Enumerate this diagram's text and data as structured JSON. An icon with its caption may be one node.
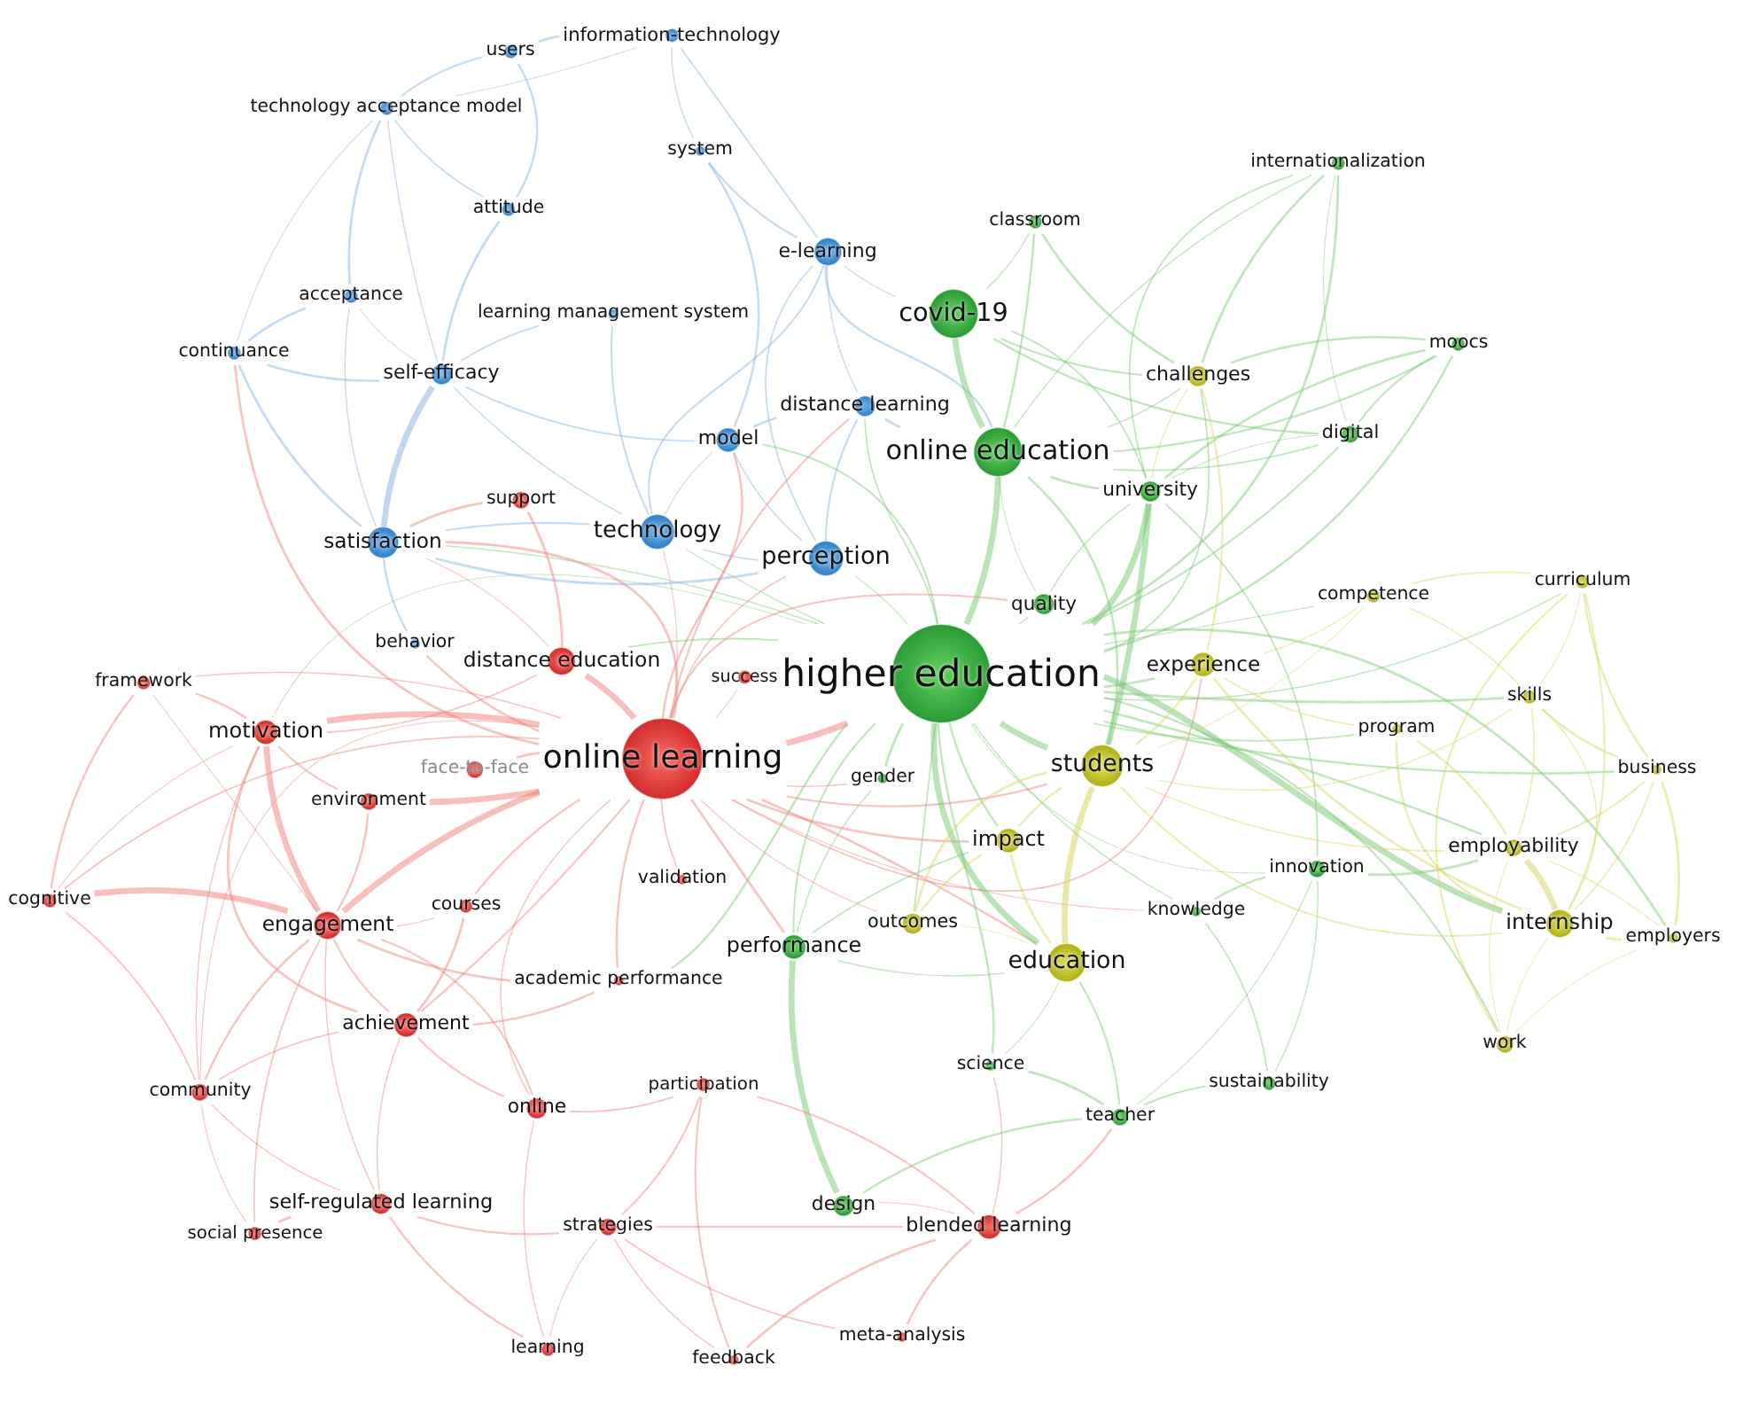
{
  "diagram": {
    "nodes": [
      {
        "text": [
          "information-technology"
        ]
      },
      {
        "text": [
          "users"
        ]
      },
      {
        "text": [
          "technology acceptance model"
        ]
      },
      {
        "text": [
          "system"
        ]
      },
      {
        "text": [
          "internationalization"
        ]
      },
      {
        "text": [
          "attitude"
        ]
      },
      {
        "text": [
          "classroom"
        ]
      },
      {
        "text": [
          "e-learning"
        ]
      },
      {
        "text": [
          "acceptance"
        ]
      },
      {
        "text": [
          "learning management system"
        ]
      },
      {
        "text": [
          "covid-19"
        ]
      },
      {
        "text": [
          "moocs"
        ]
      },
      {
        "text": [
          "continuance"
        ]
      },
      {
        "text": [
          "self-efficacy"
        ]
      },
      {
        "text": [
          "challenges"
        ]
      },
      {
        "text": [
          "distance learning"
        ]
      },
      {
        "text": [
          "digital"
        ]
      },
      {
        "text": [
          "model"
        ]
      },
      {
        "text": [
          "online education"
        ]
      },
      {
        "text": [
          "university"
        ]
      },
      {
        "text": [
          "support"
        ]
      },
      {
        "text": [
          "technology"
        ]
      },
      {
        "text": [
          "satisfaction"
        ]
      },
      {
        "text": [
          "perception"
        ]
      },
      {
        "text": [
          "curriculum"
        ]
      },
      {
        "text": [
          "competence"
        ]
      },
      {
        "text": [
          "quality"
        ]
      },
      {
        "text": [
          "behavior"
        ]
      },
      {
        "text": [
          "distance education"
        ]
      },
      {
        "text": [
          "experience"
        ]
      },
      {
        "text": [
          "higher education"
        ]
      },
      {
        "text": [
          "success"
        ]
      },
      {
        "text": [
          "framework"
        ]
      },
      {
        "text": [
          "skills"
        ]
      },
      {
        "text": [
          "program"
        ]
      },
      {
        "text": [
          "motivation"
        ]
      },
      {
        "text": [
          "online learning"
        ]
      },
      {
        "text": [
          "face-to-face"
        ]
      },
      {
        "text": [
          "students"
        ]
      },
      {
        "text": [
          "business"
        ]
      },
      {
        "text": [
          "gender"
        ]
      },
      {
        "text": [
          "environment"
        ]
      },
      {
        "text": [
          "impact"
        ]
      },
      {
        "text": [
          "employability"
        ]
      },
      {
        "text": [
          "innovation"
        ]
      },
      {
        "text": [
          "validation"
        ]
      },
      {
        "text": [
          "cognitive"
        ]
      },
      {
        "text": [
          "courses"
        ]
      },
      {
        "text": [
          "knowledge"
        ]
      },
      {
        "text": [
          "outcomes"
        ]
      },
      {
        "text": [
          "internship"
        ]
      },
      {
        "text": [
          "engagement"
        ]
      },
      {
        "text": [
          "employers"
        ]
      },
      {
        "text": [
          "performance"
        ]
      },
      {
        "text": [
          "education"
        ]
      },
      {
        "text": [
          "academic performance"
        ]
      },
      {
        "text": [
          "achievement"
        ]
      },
      {
        "text": [
          "work"
        ]
      },
      {
        "text": [
          "science"
        ]
      },
      {
        "text": [
          "sustainability"
        ]
      },
      {
        "text": [
          "participation"
        ]
      },
      {
        "text": [
          "community"
        ]
      },
      {
        "text": [
          "online"
        ]
      },
      {
        "text": [
          "teacher"
        ]
      },
      {
        "text": [
          "self-regulated learning"
        ]
      },
      {
        "text": [
          "design"
        ]
      },
      {
        "text": [
          "strategies"
        ]
      },
      {
        "text": [
          "blended learning"
        ]
      },
      {
        "text": [
          "social presence"
        ]
      },
      {
        "text": [
          "meta-analysis"
        ]
      },
      {
        "text": [
          "learning"
        ]
      },
      {
        "text": [
          "feedback"
        ]
      }
    ],
    "edges": [
      {
        "from": 36,
        "to": 30,
        "arrow": "none",
        "style": "thick"
      },
      {
        "from": 36,
        "to": 51,
        "arrow": "none",
        "style": "thick"
      },
      {
        "from": 36,
        "to": 35,
        "arrow": "none",
        "style": "thick"
      },
      {
        "from": 36,
        "to": 56,
        "arrow": "none"
      },
      {
        "from": 36,
        "to": 55,
        "arrow": "none"
      },
      {
        "from": 36,
        "to": 22,
        "arrow": "none"
      },
      {
        "from": 36,
        "to": 21,
        "arrow": "none"
      },
      {
        "from": 36,
        "to": 23,
        "arrow": "none"
      },
      {
        "from": 36,
        "to": 28,
        "arrow": "none",
        "style": "thick"
      },
      {
        "from": 36,
        "to": 38,
        "arrow": "none"
      },
      {
        "from": 36,
        "to": 54,
        "arrow": "none"
      },
      {
        "from": 36,
        "to": 53,
        "arrow": "none"
      },
      {
        "from": 36,
        "to": 61,
        "arrow": "none"
      },
      {
        "from": 36,
        "to": 62,
        "arrow": "none"
      },
      {
        "from": 36,
        "to": 45,
        "arrow": "none"
      },
      {
        "from": 36,
        "to": 47,
        "arrow": "none"
      },
      {
        "from": 36,
        "to": 41,
        "arrow": "none",
        "style": "thick"
      },
      {
        "from": 36,
        "to": 37,
        "arrow": "none"
      },
      {
        "from": 36,
        "to": 31,
        "arrow": "none"
      },
      {
        "from": 36,
        "to": 32,
        "arrow": "none"
      },
      {
        "from": 36,
        "to": 46,
        "arrow": "none"
      },
      {
        "from": 36,
        "to": 15,
        "arrow": "none"
      },
      {
        "from": 36,
        "to": 17,
        "arrow": "none"
      },
      {
        "from": 36,
        "to": 42,
        "arrow": "none"
      },
      {
        "from": 36,
        "to": 49,
        "arrow": "none"
      },
      {
        "from": 36,
        "to": 40,
        "arrow": "none"
      },
      {
        "from": 36,
        "to": 29,
        "arrow": "none"
      },
      {
        "from": 36,
        "to": 26,
        "arrow": "none"
      },
      {
        "from": 36,
        "to": 27,
        "arrow": "none"
      },
      {
        "from": 36,
        "to": 12,
        "arrow": "none"
      },
      {
        "from": 36,
        "to": 48,
        "arrow": "none"
      },
      {
        "from": 30,
        "to": 18,
        "arrow": "none",
        "style": "thick",
        "color": "#76c86f"
      },
      {
        "from": 30,
        "to": 38,
        "arrow": "none",
        "style": "thick",
        "color": "#76c86f"
      },
      {
        "from": 30,
        "to": 54,
        "arrow": "none",
        "style": "thick",
        "color": "#76c86f"
      },
      {
        "from": 30,
        "to": 42,
        "arrow": "none",
        "color": "#76c86f"
      },
      {
        "from": 30,
        "to": 29,
        "arrow": "none",
        "color": "#76c86f"
      },
      {
        "from": 30,
        "to": 19,
        "arrow": "none",
        "style": "thick",
        "color": "#76c86f"
      },
      {
        "from": 30,
        "to": 26,
        "arrow": "none",
        "color": "#76c86f"
      },
      {
        "from": 30,
        "to": 14,
        "arrow": "none",
        "color": "#76c86f"
      },
      {
        "from": 30,
        "to": 16,
        "arrow": "none",
        "color": "#76c86f"
      },
      {
        "from": 30,
        "to": 11,
        "arrow": "none",
        "color": "#76c86f"
      },
      {
        "from": 30,
        "to": 4,
        "arrow": "none",
        "color": "#76c86f"
      },
      {
        "from": 30,
        "to": 23,
        "arrow": "none",
        "color": "#76c86f"
      },
      {
        "from": 30,
        "to": 21,
        "arrow": "none",
        "color": "#76c86f"
      },
      {
        "from": 30,
        "to": 15,
        "arrow": "none",
        "color": "#76c86f"
      },
      {
        "from": 30,
        "to": 50,
        "arrow": "none",
        "style": "thick",
        "color": "#76c86f"
      },
      {
        "from": 30,
        "to": 43,
        "arrow": "none",
        "color": "#76c86f"
      },
      {
        "from": 30,
        "to": 33,
        "arrow": "none",
        "color": "#76c86f"
      },
      {
        "from": 30,
        "to": 25,
        "arrow": "none",
        "color": "#76c86f"
      },
      {
        "from": 30,
        "to": 24,
        "arrow": "none",
        "color": "#76c86f"
      },
      {
        "from": 30,
        "to": 34,
        "arrow": "none",
        "color": "#76c86f"
      },
      {
        "from": 30,
        "to": 57,
        "arrow": "none",
        "color": "#76c86f"
      },
      {
        "from": 30,
        "to": 39,
        "arrow": "none",
        "color": "#76c86f"
      },
      {
        "from": 30,
        "to": 52,
        "arrow": "none",
        "color": "#76c86f"
      },
      {
        "from": 30,
        "to": 44,
        "arrow": "none",
        "color": "#76c86f"
      },
      {
        "from": 30,
        "to": 48,
        "arrow": "none",
        "color": "#76c86f"
      },
      {
        "from": 30,
        "to": 49,
        "arrow": "none",
        "color": "#76c86f"
      },
      {
        "from": 30,
        "to": 53,
        "arrow": "none",
        "color": "#76c86f"
      },
      {
        "from": 30,
        "to": 58,
        "arrow": "none",
        "color": "#76c86f"
      },
      {
        "from": 30,
        "to": 40,
        "arrow": "none",
        "color": "#76c86f"
      },
      {
        "from": 30,
        "to": 35,
        "arrow": "none",
        "color": "#76c86f"
      },
      {
        "from": 30,
        "to": 22,
        "arrow": "none",
        "color": "#76c86f"
      },
      {
        "from": 30,
        "to": 28,
        "arrow": "none",
        "color": "#76c86f"
      },
      {
        "from": 30,
        "to": 17,
        "arrow": "none",
        "color": "#76c86f"
      },
      {
        "from": 30,
        "to": 55,
        "arrow": "none",
        "color": "#76c86f"
      },
      {
        "from": 0,
        "to": 1,
        "arrow": "none",
        "color": "#7fb0e0"
      },
      {
        "from": 0,
        "to": 2,
        "arrow": "none",
        "color": "#7fb0e0"
      },
      {
        "from": 0,
        "to": 3,
        "arrow": "none",
        "color": "#7fb0e0"
      },
      {
        "from": 0,
        "to": 7,
        "arrow": "none",
        "color": "#7fb0e0"
      },
      {
        "from": 1,
        "to": 2,
        "arrow": "none",
        "color": "#7fb0e0"
      },
      {
        "from": 1,
        "to": 5,
        "arrow": "none",
        "color": "#7fb0e0"
      },
      {
        "from": 2,
        "to": 8,
        "arrow": "none",
        "color": "#7fb0e0"
      },
      {
        "from": 2,
        "to": 12,
        "arrow": "none",
        "color": "#7fb0e0"
      },
      {
        "from": 2,
        "to": 13,
        "arrow": "none",
        "color": "#7fb0e0"
      },
      {
        "from": 2,
        "to": 5,
        "arrow": "none",
        "color": "#7fb0e0"
      },
      {
        "from": 3,
        "to": 7,
        "arrow": "none",
        "color": "#7fb0e0"
      },
      {
        "from": 3,
        "to": 17,
        "arrow": "none",
        "color": "#7fb0e0"
      },
      {
        "from": 5,
        "to": 13,
        "arrow": "none",
        "color": "#7fb0e0"
      },
      {
        "from": 7,
        "to": 10,
        "arrow": "none",
        "color": "#7fb0e0"
      },
      {
        "from": 7,
        "to": 15,
        "arrow": "none",
        "color": "#7fb0e0"
      },
      {
        "from": 7,
        "to": 23,
        "arrow": "none",
        "color": "#7fb0e0"
      },
      {
        "from": 7,
        "to": 21,
        "arrow": "none",
        "color": "#7fb0e0"
      },
      {
        "from": 7,
        "to": 18,
        "arrow": "none",
        "color": "#7fb0e0"
      },
      {
        "from": 8,
        "to": 12,
        "arrow": "none",
        "color": "#7fb0e0"
      },
      {
        "from": 8,
        "to": 13,
        "arrow": "none",
        "color": "#7fb0e0"
      },
      {
        "from": 8,
        "to": 22,
        "arrow": "none",
        "color": "#7fb0e0"
      },
      {
        "from": 9,
        "to": 13,
        "arrow": "none",
        "color": "#7fb0e0"
      },
      {
        "from": 9,
        "to": 21,
        "arrow": "none",
        "color": "#7fb0e0"
      },
      {
        "from": 12,
        "to": 13,
        "arrow": "none",
        "color": "#7fb0e0"
      },
      {
        "from": 12,
        "to": 22,
        "arrow": "none",
        "color": "#7fb0e0"
      },
      {
        "from": 13,
        "to": 22,
        "arrow": "none",
        "style": "thick",
        "color": "#7fb0e0"
      },
      {
        "from": 13,
        "to": 21,
        "arrow": "none",
        "color": "#7fb0e0"
      },
      {
        "from": 13,
        "to": 17,
        "arrow": "none",
        "color": "#7fb0e0"
      },
      {
        "from": 15,
        "to": 23,
        "arrow": "none",
        "color": "#7fb0e0"
      },
      {
        "from": 15,
        "to": 17,
        "arrow": "none",
        "color": "#7fb0e0"
      },
      {
        "from": 15,
        "to": 18,
        "arrow": "none",
        "color": "#7fb0e0"
      },
      {
        "from": 17,
        "to": 21,
        "arrow": "none",
        "color": "#7fb0e0"
      },
      {
        "from": 17,
        "to": 23,
        "arrow": "none",
        "color": "#7fb0e0"
      },
      {
        "from": 21,
        "to": 23,
        "arrow": "none",
        "color": "#7fb0e0"
      },
      {
        "from": 21,
        "to": 22,
        "arrow": "none",
        "color": "#7fb0e0"
      },
      {
        "from": 22,
        "to": 27,
        "arrow": "none",
        "color": "#7fb0e0"
      },
      {
        "from": 22,
        "to": 23,
        "arrow": "none",
        "color": "#7fb0e0"
      },
      {
        "from": 10,
        "to": 18,
        "arrow": "none",
        "style": "thick",
        "color": "#76c86f"
      },
      {
        "from": 10,
        "to": 6,
        "arrow": "none",
        "color": "#76c86f"
      },
      {
        "from": 10,
        "to": 19,
        "arrow": "none",
        "color": "#76c86f"
      },
      {
        "from": 10,
        "to": 14,
        "arrow": "none",
        "color": "#76c86f"
      },
      {
        "from": 10,
        "to": 16,
        "arrow": "none",
        "color": "#76c86f"
      },
      {
        "from": 18,
        "to": 19,
        "arrow": "none",
        "color": "#76c86f"
      },
      {
        "from": 18,
        "to": 26,
        "arrow": "none",
        "color": "#76c86f"
      },
      {
        "from": 18,
        "to": 14,
        "arrow": "none",
        "color": "#76c86f"
      },
      {
        "from": 18,
        "to": 16,
        "arrow": "none",
        "color": "#76c86f"
      },
      {
        "from": 18,
        "to": 11,
        "arrow": "none",
        "color": "#76c86f"
      },
      {
        "from": 18,
        "to": 38,
        "arrow": "none",
        "color": "#76c86f"
      },
      {
        "from": 4,
        "to": 14,
        "arrow": "none",
        "color": "#76c86f"
      },
      {
        "from": 4,
        "to": 16,
        "arrow": "none",
        "color": "#76c86f"
      },
      {
        "from": 4,
        "to": 18,
        "arrow": "none",
        "color": "#76c86f"
      },
      {
        "from": 4,
        "to": 19,
        "arrow": "none",
        "color": "#76c86f"
      },
      {
        "from": 11,
        "to": 16,
        "arrow": "none",
        "color": "#76c86f"
      },
      {
        "from": 11,
        "to": 14,
        "arrow": "none",
        "color": "#76c86f"
      },
      {
        "from": 11,
        "to": 19,
        "arrow": "none",
        "color": "#76c86f"
      },
      {
        "from": 16,
        "to": 19,
        "arrow": "none",
        "color": "#76c86f"
      },
      {
        "from": 19,
        "to": 26,
        "arrow": "none",
        "color": "#76c86f"
      },
      {
        "from": 19,
        "to": 44,
        "arrow": "none",
        "color": "#76c86f"
      },
      {
        "from": 19,
        "to": 38,
        "arrow": "none",
        "style": "thick",
        "color": "#76c86f"
      },
      {
        "from": 6,
        "to": 18,
        "arrow": "none",
        "color": "#76c86f"
      },
      {
        "from": 6,
        "to": 14,
        "arrow": "none",
        "color": "#76c86f"
      },
      {
        "from": 53,
        "to": 65,
        "arrow": "none",
        "style": "thick",
        "color": "#76c86f"
      },
      {
        "from": 53,
        "to": 54,
        "arrow": "none",
        "color": "#76c86f"
      },
      {
        "from": 53,
        "to": 42,
        "arrow": "none",
        "color": "#76c86f"
      },
      {
        "from": 63,
        "to": 54,
        "arrow": "none",
        "color": "#76c86f"
      },
      {
        "from": 63,
        "to": 65,
        "arrow": "none",
        "color": "#76c86f"
      },
      {
        "from": 63,
        "to": 58,
        "arrow": "none",
        "color": "#76c86f"
      },
      {
        "from": 63,
        "to": 44,
        "arrow": "none",
        "color": "#76c86f"
      },
      {
        "from": 59,
        "to": 44,
        "arrow": "none",
        "color": "#76c86f"
      },
      {
        "from": 59,
        "to": 48,
        "arrow": "none",
        "color": "#76c86f"
      },
      {
        "from": 59,
        "to": 63,
        "arrow": "none",
        "color": "#76c86f"
      },
      {
        "from": 44,
        "to": 48,
        "arrow": "none",
        "color": "#76c86f"
      },
      {
        "from": 44,
        "to": 43,
        "arrow": "none",
        "color": "#76c86f"
      },
      {
        "from": 58,
        "to": 54,
        "arrow": "none",
        "color": "#76c86f"
      },
      {
        "from": 40,
        "to": 53,
        "arrow": "none",
        "color": "#76c86f"
      },
      {
        "from": 38,
        "to": 54,
        "arrow": "none",
        "style": "thick",
        "color": "#d4d45a"
      },
      {
        "from": 38,
        "to": 42,
        "arrow": "none",
        "color": "#d4d45a"
      },
      {
        "from": 38,
        "to": 29,
        "arrow": "none",
        "color": "#d4d45a"
      },
      {
        "from": 38,
        "to": 49,
        "arrow": "none",
        "color": "#d4d45a"
      },
      {
        "from": 38,
        "to": 25,
        "arrow": "none",
        "color": "#d4d45a"
      },
      {
        "from": 38,
        "to": 33,
        "arrow": "none",
        "color": "#d4d45a"
      },
      {
        "from": 38,
        "to": 43,
        "arrow": "none",
        "color": "#d4d45a"
      },
      {
        "from": 38,
        "to": 50,
        "arrow": "none",
        "color": "#d4d45a"
      },
      {
        "from": 50,
        "to": 43,
        "arrow": "none",
        "style": "thick",
        "color": "#d4d45a"
      },
      {
        "from": 50,
        "to": 52,
        "arrow": "none",
        "color": "#d4d45a"
      },
      {
        "from": 50,
        "to": 57,
        "arrow": "none",
        "color": "#d4d45a"
      },
      {
        "from": 50,
        "to": 33,
        "arrow": "none",
        "color": "#d4d45a"
      },
      {
        "from": 50,
        "to": 39,
        "arrow": "none",
        "color": "#d4d45a"
      },
      {
        "from": 50,
        "to": 24,
        "arrow": "none",
        "color": "#d4d45a"
      },
      {
        "from": 50,
        "to": 34,
        "arrow": "none",
        "color": "#d4d45a"
      },
      {
        "from": 50,
        "to": 29,
        "arrow": "none",
        "color": "#d4d45a"
      },
      {
        "from": 43,
        "to": 57,
        "arrow": "none",
        "color": "#d4d45a"
      },
      {
        "from": 43,
        "to": 52,
        "arrow": "none",
        "color": "#d4d45a"
      },
      {
        "from": 43,
        "to": 33,
        "arrow": "none",
        "color": "#d4d45a"
      },
      {
        "from": 43,
        "to": 39,
        "arrow": "none",
        "color": "#d4d45a"
      },
      {
        "from": 43,
        "to": 34,
        "arrow": "none",
        "color": "#d4d45a"
      },
      {
        "from": 33,
        "to": 39,
        "arrow": "none",
        "color": "#d4d45a"
      },
      {
        "from": 33,
        "to": 24,
        "arrow": "none",
        "color": "#d4d45a"
      },
      {
        "from": 33,
        "to": 25,
        "arrow": "none",
        "color": "#d4d45a"
      },
      {
        "from": 24,
        "to": 25,
        "arrow": "none",
        "color": "#d4d45a"
      },
      {
        "from": 24,
        "to": 57,
        "arrow": "none",
        "color": "#d4d45a"
      },
      {
        "from": 24,
        "to": 39,
        "arrow": "none",
        "color": "#d4d45a"
      },
      {
        "from": 52,
        "to": 39,
        "arrow": "none",
        "color": "#d4d45a"
      },
      {
        "from": 52,
        "to": 57,
        "arrow": "none",
        "color": "#d4d45a"
      },
      {
        "from": 29,
        "to": 25,
        "arrow": "none",
        "color": "#d4d45a"
      },
      {
        "from": 29,
        "to": 34,
        "arrow": "none",
        "color": "#d4d45a"
      },
      {
        "from": 29,
        "to": 14,
        "arrow": "none",
        "color": "#d4d45a"
      },
      {
        "from": 42,
        "to": 49,
        "arrow": "none",
        "color": "#d4d45a"
      },
      {
        "from": 42,
        "to": 54,
        "arrow": "none",
        "color": "#d4d45a"
      },
      {
        "from": 54,
        "to": 49,
        "arrow": "none",
        "color": "#d4d45a"
      },
      {
        "from": 14,
        "to": 19,
        "arrow": "none",
        "color": "#d4d45a"
      },
      {
        "from": 35,
        "to": 51,
        "arrow": "none",
        "style": "thick"
      },
      {
        "from": 35,
        "to": 41,
        "arrow": "none"
      },
      {
        "from": 35,
        "to": 32,
        "arrow": "none"
      },
      {
        "from": 35,
        "to": 56,
        "arrow": "none"
      },
      {
        "from": 35,
        "to": 46,
        "arrow": "none"
      },
      {
        "from": 35,
        "to": 61,
        "arrow": "none"
      },
      {
        "from": 35,
        "to": 28,
        "arrow": "none"
      },
      {
        "from": 51,
        "to": 56,
        "arrow": "none"
      },
      {
        "from": 51,
        "to": 61,
        "arrow": "none"
      },
      {
        "from": 51,
        "to": 46,
        "arrow": "none",
        "style": "thick"
      },
      {
        "from": 51,
        "to": 47,
        "arrow": "none"
      },
      {
        "from": 51,
        "to": 64,
        "arrow": "none"
      },
      {
        "from": 51,
        "to": 68,
        "arrow": "none"
      },
      {
        "from": 51,
        "to": 62,
        "arrow": "none"
      },
      {
        "from": 51,
        "to": 41,
        "arrow": "none"
      },
      {
        "from": 51,
        "to": 55,
        "arrow": "none"
      },
      {
        "from": 51,
        "to": 32,
        "arrow": "none"
      },
      {
        "from": 56,
        "to": 64,
        "arrow": "none"
      },
      {
        "from": 56,
        "to": 61,
        "arrow": "none"
      },
      {
        "from": 56,
        "to": 62,
        "arrow": "none"
      },
      {
        "from": 56,
        "to": 55,
        "arrow": "none"
      },
      {
        "from": 56,
        "to": 47,
        "arrow": "none"
      },
      {
        "from": 61,
        "to": 68,
        "arrow": "none"
      },
      {
        "from": 61,
        "to": 64,
        "arrow": "none"
      },
      {
        "from": 61,
        "to": 46,
        "arrow": "none"
      },
      {
        "from": 64,
        "to": 66,
        "arrow": "none"
      },
      {
        "from": 64,
        "to": 70,
        "arrow": "none"
      },
      {
        "from": 64,
        "to": 68,
        "arrow": "none"
      },
      {
        "from": 66,
        "to": 70,
        "arrow": "none"
      },
      {
        "from": 66,
        "to": 71,
        "arrow": "none"
      },
      {
        "from": 66,
        "to": 69,
        "arrow": "none"
      },
      {
        "from": 66,
        "to": 60,
        "arrow": "none"
      },
      {
        "from": 67,
        "to": 69,
        "arrow": "none"
      },
      {
        "from": 67,
        "to": 71,
        "arrow": "none"
      },
      {
        "from": 67,
        "to": 65,
        "arrow": "none"
      },
      {
        "from": 67,
        "to": 58,
        "arrow": "none"
      },
      {
        "from": 67,
        "to": 66,
        "arrow": "none"
      },
      {
        "from": 67,
        "to": 60,
        "arrow": "none"
      },
      {
        "from": 67,
        "to": 63,
        "arrow": "none"
      },
      {
        "from": 28,
        "to": 20,
        "arrow": "none"
      },
      {
        "from": 28,
        "to": 22,
        "arrow": "none"
      },
      {
        "from": 62,
        "to": 70,
        "arrow": "none"
      },
      {
        "from": 62,
        "to": 60,
        "arrow": "none"
      },
      {
        "from": 60,
        "to": 71,
        "arrow": "none"
      },
      {
        "from": 32,
        "to": 46,
        "arrow": "none"
      },
      {
        "from": 20,
        "to": 22,
        "arrow": "none"
      }
    ]
  }
}
